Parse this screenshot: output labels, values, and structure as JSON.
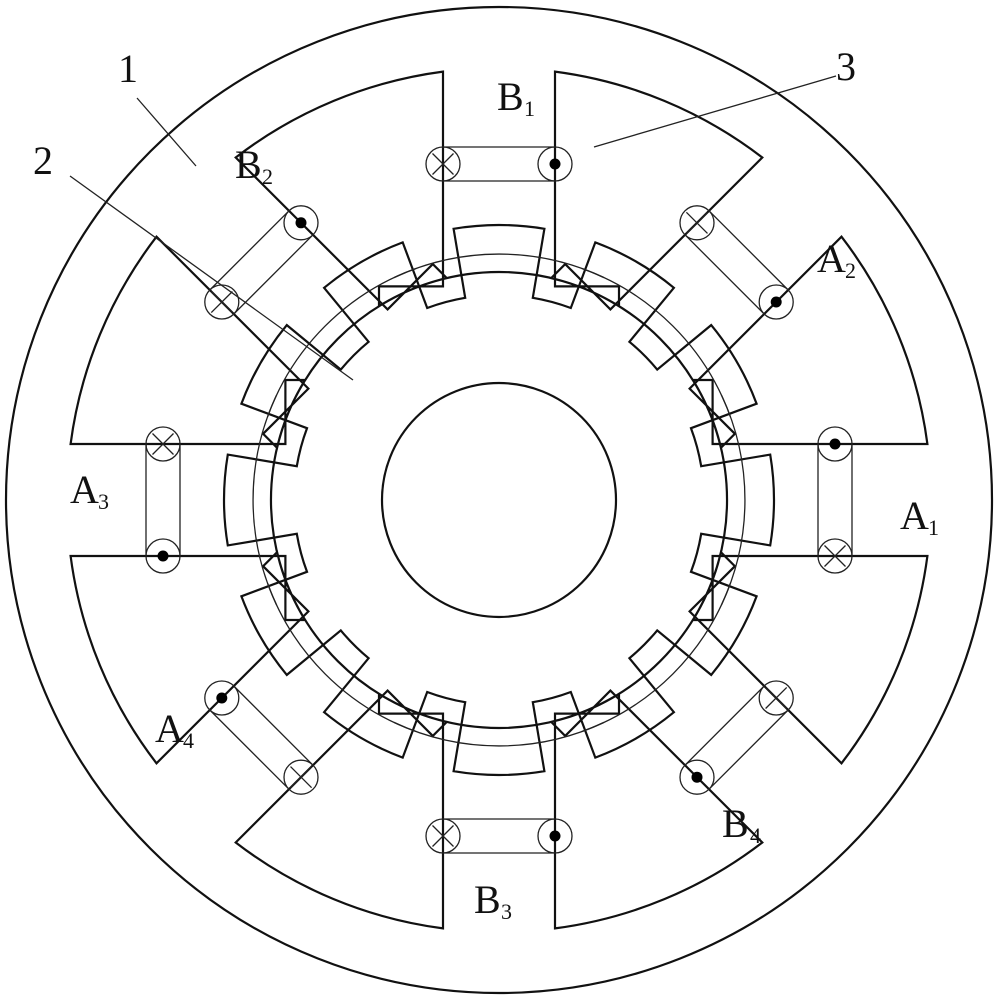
{
  "callouts": [
    {
      "id": "1",
      "text": "1"
    },
    {
      "id": "2",
      "text": "2"
    },
    {
      "id": "3",
      "text": "3"
    }
  ],
  "windings": [
    {
      "id": "B1",
      "letter": "B",
      "sub": "1"
    },
    {
      "id": "B2",
      "letter": "B",
      "sub": "2"
    },
    {
      "id": "A2",
      "letter": "A",
      "sub": "2"
    },
    {
      "id": "A1",
      "letter": "A",
      "sub": "1"
    },
    {
      "id": "A3",
      "letter": "A",
      "sub": "3"
    },
    {
      "id": "A4",
      "letter": "A",
      "sub": "4"
    },
    {
      "id": "B3",
      "letter": "B",
      "sub": "3"
    },
    {
      "id": "B4",
      "letter": "B",
      "sub": "4"
    }
  ],
  "symbols": {
    "current_in": "cross-circle-icon",
    "current_out": "dot-circle-icon"
  }
}
